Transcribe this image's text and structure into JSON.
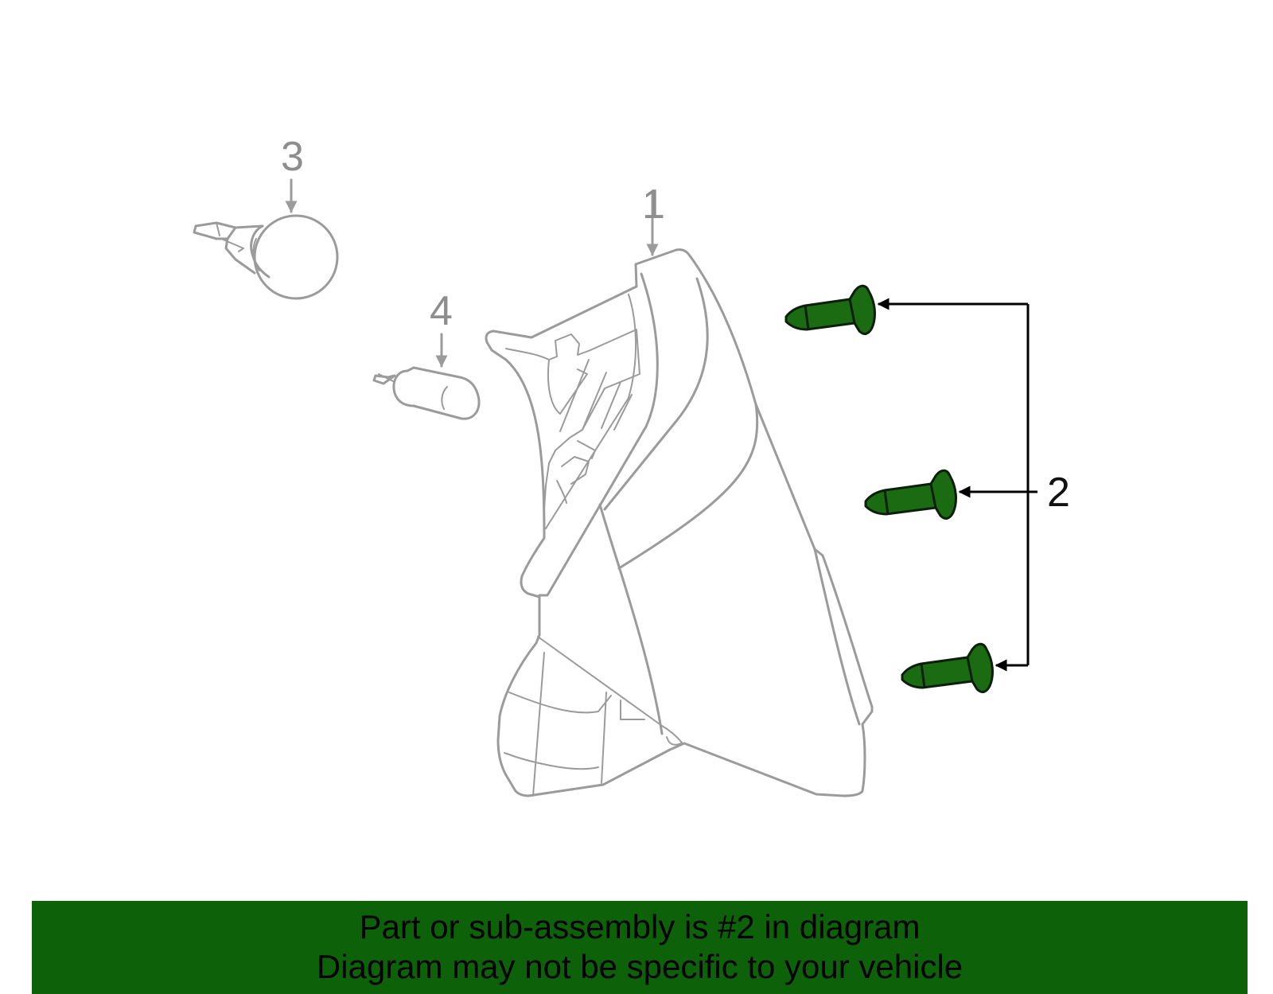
{
  "callouts": {
    "part_1": "1",
    "part_2": "2",
    "part_3": "3",
    "part_4": "4"
  },
  "highlighted_part": "2",
  "colors": {
    "highlight": "#1a6b12",
    "banner_bg": "#0d6108",
    "outline": "#9b9b9b",
    "leader_active": "#000000"
  },
  "banner": {
    "line1": "Part or sub-assembly is #2 in diagram",
    "line2": "Diagram may not be specific to your vehicle"
  }
}
